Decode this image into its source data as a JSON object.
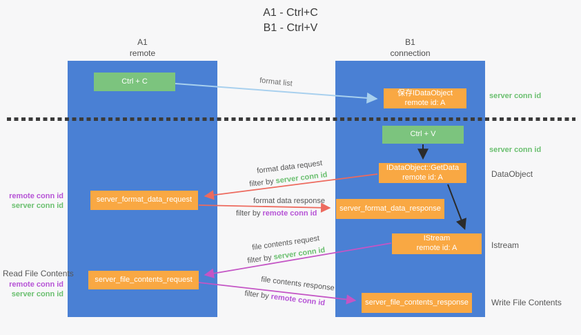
{
  "title": {
    "line1": "A1 - Ctrl+C",
    "line2": "B1 - Ctrl+V"
  },
  "lanes": [
    {
      "name": "A1",
      "subtitle": "remote"
    },
    {
      "name": "B1",
      "subtitle": "connection"
    }
  ],
  "nodes": {
    "ctrl_c": "Ctrl + C",
    "ctrl_v": "Ctrl + V",
    "save_dataobject": {
      "line1": "保存IDataObject",
      "line2": "remote id: A"
    },
    "getdata": {
      "line1": "IDataObject::GetData",
      "line2": "remote id: A"
    },
    "istream": {
      "line1": "IStream",
      "line2": "remote id: A"
    },
    "format_request": "server_format_data_request",
    "format_response": "server_format_data_response",
    "file_request": "server_file_contents_request",
    "file_response": "server_file_contents_response"
  },
  "left_labels": {
    "remote_conn_top": "remote conn id",
    "server_conn_top": "server conn id",
    "read_file": "Read File Contents",
    "remote_conn_bottom": "remote conn id",
    "server_conn_bottom": "server conn id"
  },
  "right_labels": {
    "server_conn_top": "server conn id",
    "server_conn_mid": "server conn id",
    "dataobject": "DataObject",
    "istream": "Istream",
    "write_file": "Write File Contents"
  },
  "arrow_labels": {
    "format_list": "format list",
    "format_data_request": "format data request",
    "format_data_response": "format data response",
    "file_contents_request": "file contents request",
    "file_contents_response": "file contents response",
    "filter_by": "filter by",
    "filter_server_conn": "server conn id",
    "filter_remote_conn": "remote conn id"
  },
  "colors": {
    "lane_blue": "#4a80d4",
    "node_orange": "#f9a843",
    "node_green": "#7cc47e",
    "text_green": "#6abf6f",
    "text_purple": "#b653d6",
    "arrow_red": "#ed6a5e",
    "arrow_magenta": "#c455c5",
    "arrow_lightblue": "#a8d0ee",
    "arrow_black": "#2b2b2b"
  }
}
